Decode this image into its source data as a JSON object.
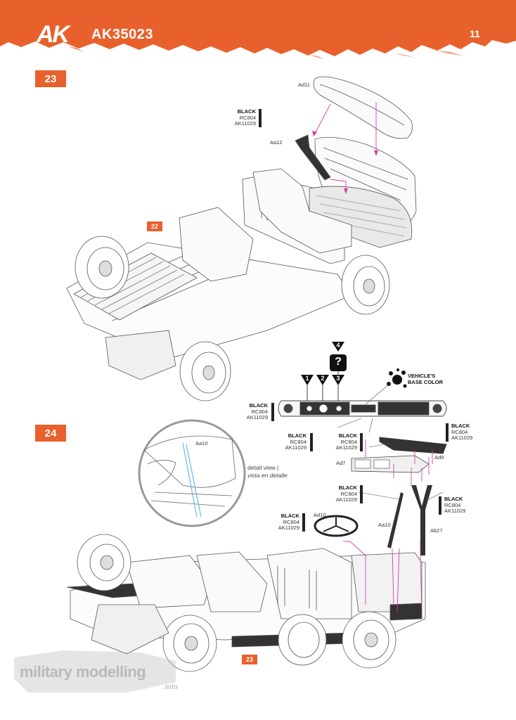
{
  "header": {
    "brand": "AK",
    "product_code": "AK35023",
    "page_number": "11",
    "brand_color": "#e8612c"
  },
  "step23": {
    "step_number": "23",
    "sub_ref": "22",
    "parts": {
      "ad11": "Ad11",
      "aa12": "Aa12"
    },
    "paint": {
      "name": "BLACK",
      "ref1": "RC804",
      "ref2": "AK11029"
    }
  },
  "step24": {
    "step_number": "24",
    "sub_ref": "23",
    "detail": {
      "part": "Aa10",
      "line1": "detail view |",
      "line2": "vista en detalle"
    },
    "order_numbers": [
      "1",
      "2",
      "3",
      "4"
    ],
    "unknown_symbol": "?",
    "base_color": {
      "line1": "VEHICLE'S",
      "line2": "BASE COLOR"
    },
    "paint": {
      "name": "BLACK",
      "ref1": "RC804",
      "ref2": "AK11029"
    },
    "parts": {
      "ad7": "Ad7",
      "ad9": "Ad9",
      "ad10": "Ad10",
      "aa10": "Aa10",
      "ab27": "Ab27"
    }
  },
  "watermark": {
    "text": "military modelling",
    "suffix": ".info"
  }
}
